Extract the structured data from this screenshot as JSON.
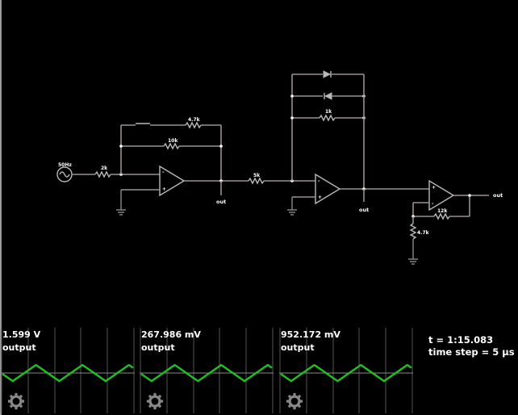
{
  "circuit": {
    "source_label": "50Hz",
    "components": {
      "r_input": "2k",
      "r_feedback_top": "4.7k",
      "r_feedback": "10k",
      "r_stage2": "5k",
      "r_diode_fb": "1k",
      "r_stage3_fb": "12k",
      "r_stage3_gnd": "4.7k"
    },
    "probe_labels": [
      "out",
      "out",
      "out"
    ]
  },
  "scopes": [
    {
      "value": "1.599 V",
      "label": "output",
      "wave": "triangle"
    },
    {
      "value": "267.986 mV",
      "label": "output",
      "wave": "triangle"
    },
    {
      "value": "952.172 mV",
      "label": "output",
      "wave": "triangle"
    }
  ],
  "sim_info": {
    "time": "t = 1:15.083",
    "time_step": "time step = 5 µs"
  },
  "colors": {
    "background": "#000000",
    "wire": "#9c8f8f",
    "trace": "#22bb22",
    "grid": "#555555",
    "node": "#ffffff"
  }
}
